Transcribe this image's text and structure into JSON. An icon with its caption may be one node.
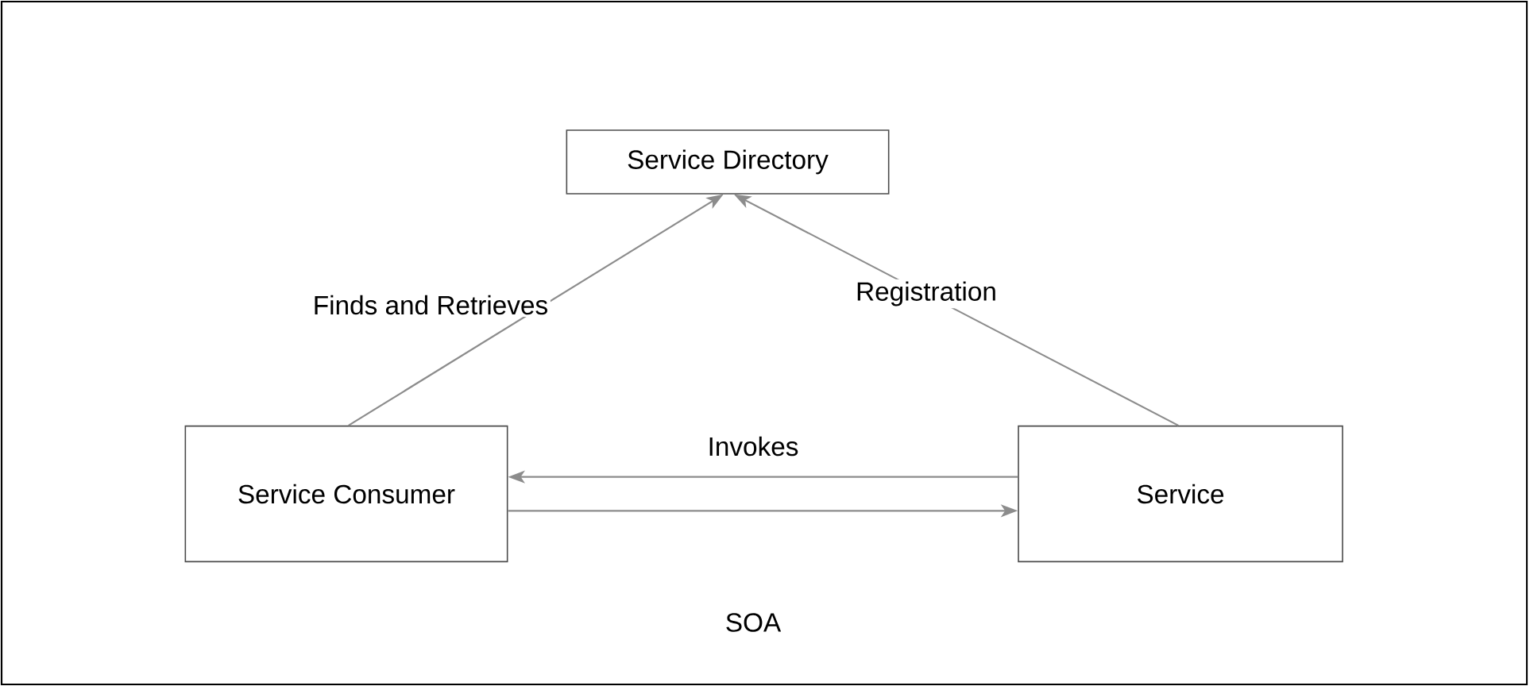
{
  "diagram": {
    "caption": "SOA",
    "nodes": [
      {
        "text": [
          "Service Directory"
        ]
      },
      {
        "text": [
          "Service Consumer"
        ]
      },
      {
        "text": [
          "Service"
        ]
      }
    ],
    "edges": [
      {
        "from": 1,
        "to": 0,
        "arrow": "to",
        "label": "Finds and Retrieves"
      },
      {
        "from": 2,
        "to": 0,
        "arrow": "to",
        "label": "Registration"
      },
      {
        "from": 2,
        "to": 1,
        "arrow": "to",
        "label": "Invokes"
      },
      {
        "from": 1,
        "to": 2,
        "arrow": "to"
      }
    ]
  }
}
